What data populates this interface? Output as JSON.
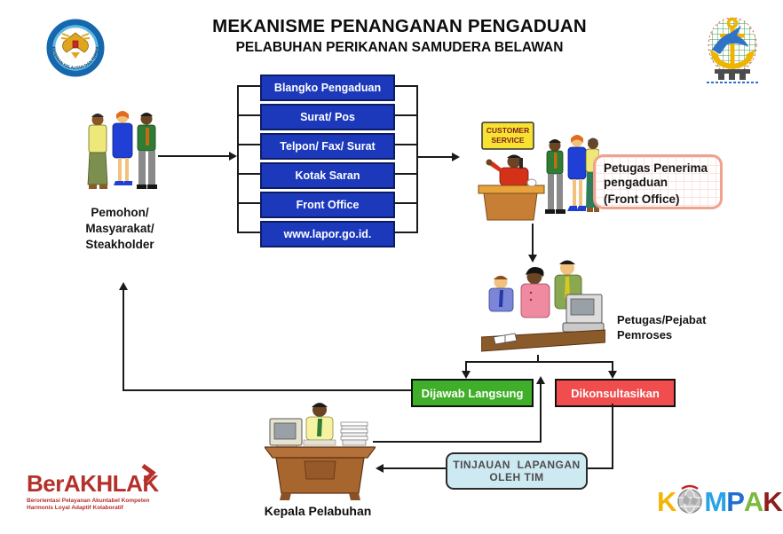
{
  "title": {
    "line1": "MEKANISME PENANGANAN PENGADUAN",
    "line2": "PELABUHAN PERIKANAN SAMUDERA BELAWAN"
  },
  "flow": {
    "source_label": {
      "line1": "Pemohon/",
      "line2": "Masyarakat/",
      "line3": "Steakholder"
    },
    "channels": [
      "Blangko Pengaduan",
      "Surat/ Pos",
      "Telpon/ Fax/ Surat",
      "Kotak Saran",
      "Front Office",
      "www.lapor.go.id."
    ],
    "cs_sign": {
      "line1": "CUSTOMER",
      "line2": "SERVICE"
    },
    "receiver": {
      "line1": "Petugas Penerima pengaduan",
      "line2": "(Front Office)"
    },
    "processor": {
      "line1": "Petugas/Pejabat",
      "line2": "Pemroses"
    },
    "decisions": {
      "direct": "Dijawab Langsung",
      "consult": "Dikonsultasikan"
    },
    "review": {
      "line1": "TINJAUAN  LAPANGAN",
      "line2": "OLEH TIM"
    },
    "head_label": "Kepala Pelabuhan"
  },
  "logos": {
    "kkp_text": "KEMENTERIAN KELAUTAN DAN PERIKANAN",
    "berakhlak": {
      "name": "BerAKHLAK",
      "tagline_line1": "Berorientasi Pelayanan Akuntabel Kompeten",
      "tagline_line2": "Harmonis Loyal Adaptif Kolaboratif"
    },
    "kompak": {
      "letters": [
        "K",
        "O",
        "M",
        "P",
        "A",
        "K"
      ]
    }
  },
  "colors": {
    "channel_blue": "#1c39bb",
    "direct_green": "#3fae29",
    "consult_red": "#f04e4e",
    "review_lightblue": "#cde9f2",
    "receiver_border": "#f0a28f",
    "berakhlak_red": "#b5302a"
  }
}
